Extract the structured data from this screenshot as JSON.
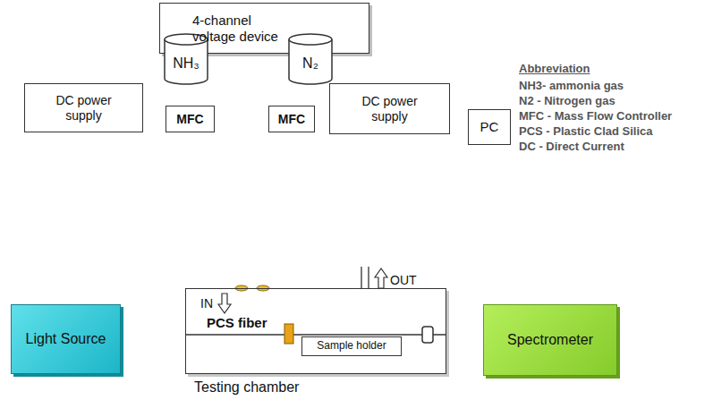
{
  "diagram": {
    "nodes": [
      {
        "text": [
          "4-channel voltage device"
        ]
      },
      {
        "text": [
          "NH₃"
        ]
      },
      {
        "text": [
          "N₂"
        ]
      },
      {
        "text": [
          "DC power supply"
        ]
      },
      {
        "text": [
          "MFC"
        ]
      },
      {
        "text": [
          "MFC"
        ]
      },
      {
        "text": [
          "DC power supply"
        ]
      },
      {
        "text": [
          "PC"
        ]
      },
      {
        "text": [
          "Light Source"
        ]
      },
      {
        "text": [
          "PCS fiber",
          "Testing chamber"
        ]
      },
      {
        "text": [
          "Sample holder"
        ],
        "in": 9
      },
      {
        "text": [
          "Spectrometer"
        ]
      }
    ],
    "edges": [
      {
        "from": 1,
        "to": 4,
        "arrow": "none"
      },
      {
        "from": 2,
        "to": 5,
        "arrow": "none"
      },
      {
        "from": 0,
        "to": 4,
        "arrow": "none"
      },
      {
        "from": 0,
        "to": 5,
        "arrow": "none"
      },
      {
        "from": 3,
        "to": 4,
        "arrow": "none"
      },
      {
        "from": 6,
        "to": 5,
        "arrow": "none"
      },
      {
        "from": 4,
        "to": 9,
        "arrow": "none"
      },
      {
        "from": 5,
        "to": 9,
        "arrow": "none"
      },
      {
        "from": 0,
        "to": 7,
        "arrow": "none"
      },
      {
        "from": 7,
        "to": 11,
        "arrow": "none"
      },
      {
        "from": 8,
        "to": 9,
        "arrow": "none"
      },
      {
        "from": 9,
        "to": 11,
        "arrow": "none"
      }
    ],
    "labels": [
      "IN",
      "OUT",
      "Abbreviation",
      "NH3- ammonia gas",
      "N2 - Nitrogen gas",
      "MFC - Mass Flow Controller",
      "PCS - Plastic Clad Silica",
      "DC - Direct Current"
    ]
  }
}
